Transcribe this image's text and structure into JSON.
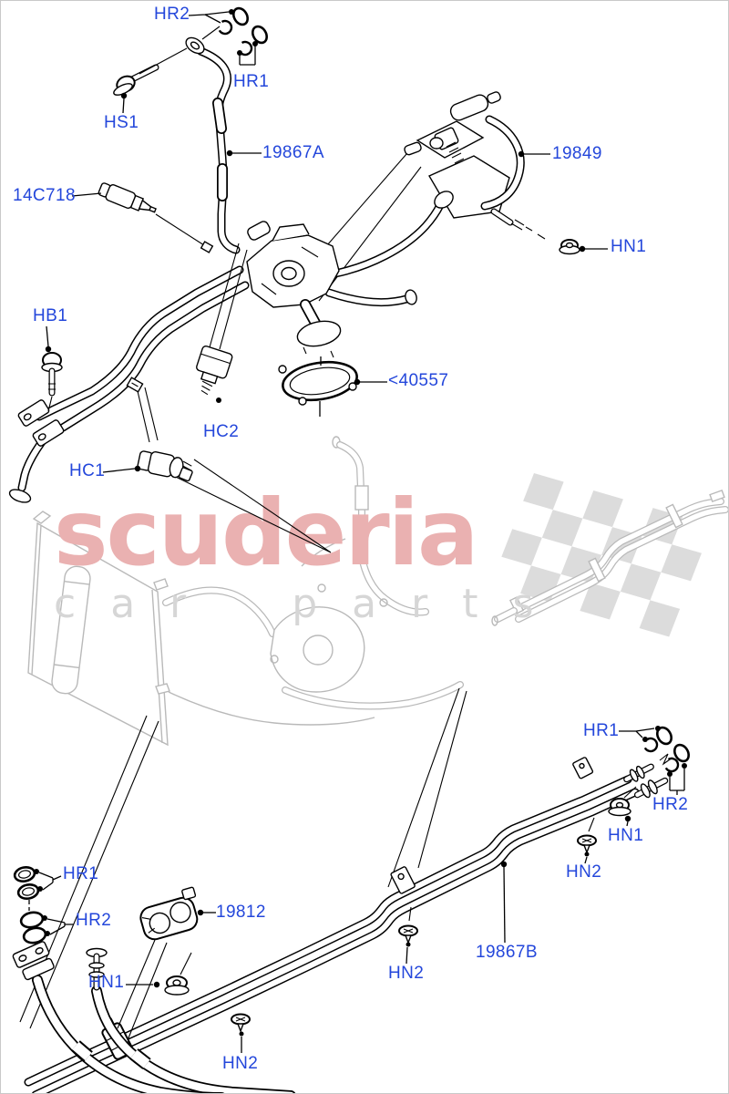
{
  "colors": {
    "label_blue": "#2447db",
    "watermark_pink": "#eab1b1",
    "watermark_gray": "#d6d6d6",
    "flag_gray": "#dcdcdc",
    "faded_line": "#b9b9b9",
    "line": "#000000",
    "background": "#ffffff",
    "border": "#c9c9c9"
  },
  "watermark": {
    "brand": "scuderia",
    "tagline": "car parts"
  },
  "labels": [
    {
      "text": "HR2"
    },
    {
      "text": "HR1"
    },
    {
      "text": "HS1"
    },
    {
      "text": "19867A"
    },
    {
      "text": "14C718"
    },
    {
      "text": "19849"
    },
    {
      "text": "HN1"
    },
    {
      "text": "HB1"
    },
    {
      "text": "<40557"
    },
    {
      "text": "HC2"
    },
    {
      "text": "HC1"
    },
    {
      "text": "HR1"
    },
    {
      "text": "HR2"
    },
    {
      "text": "HN1"
    },
    {
      "text": "HN2"
    },
    {
      "text": "HR1"
    },
    {
      "text": "HR2"
    },
    {
      "text": "19812"
    },
    {
      "text": "HN1"
    },
    {
      "text": "HN2"
    },
    {
      "text": "19867B"
    },
    {
      "text": "HN2"
    }
  ]
}
